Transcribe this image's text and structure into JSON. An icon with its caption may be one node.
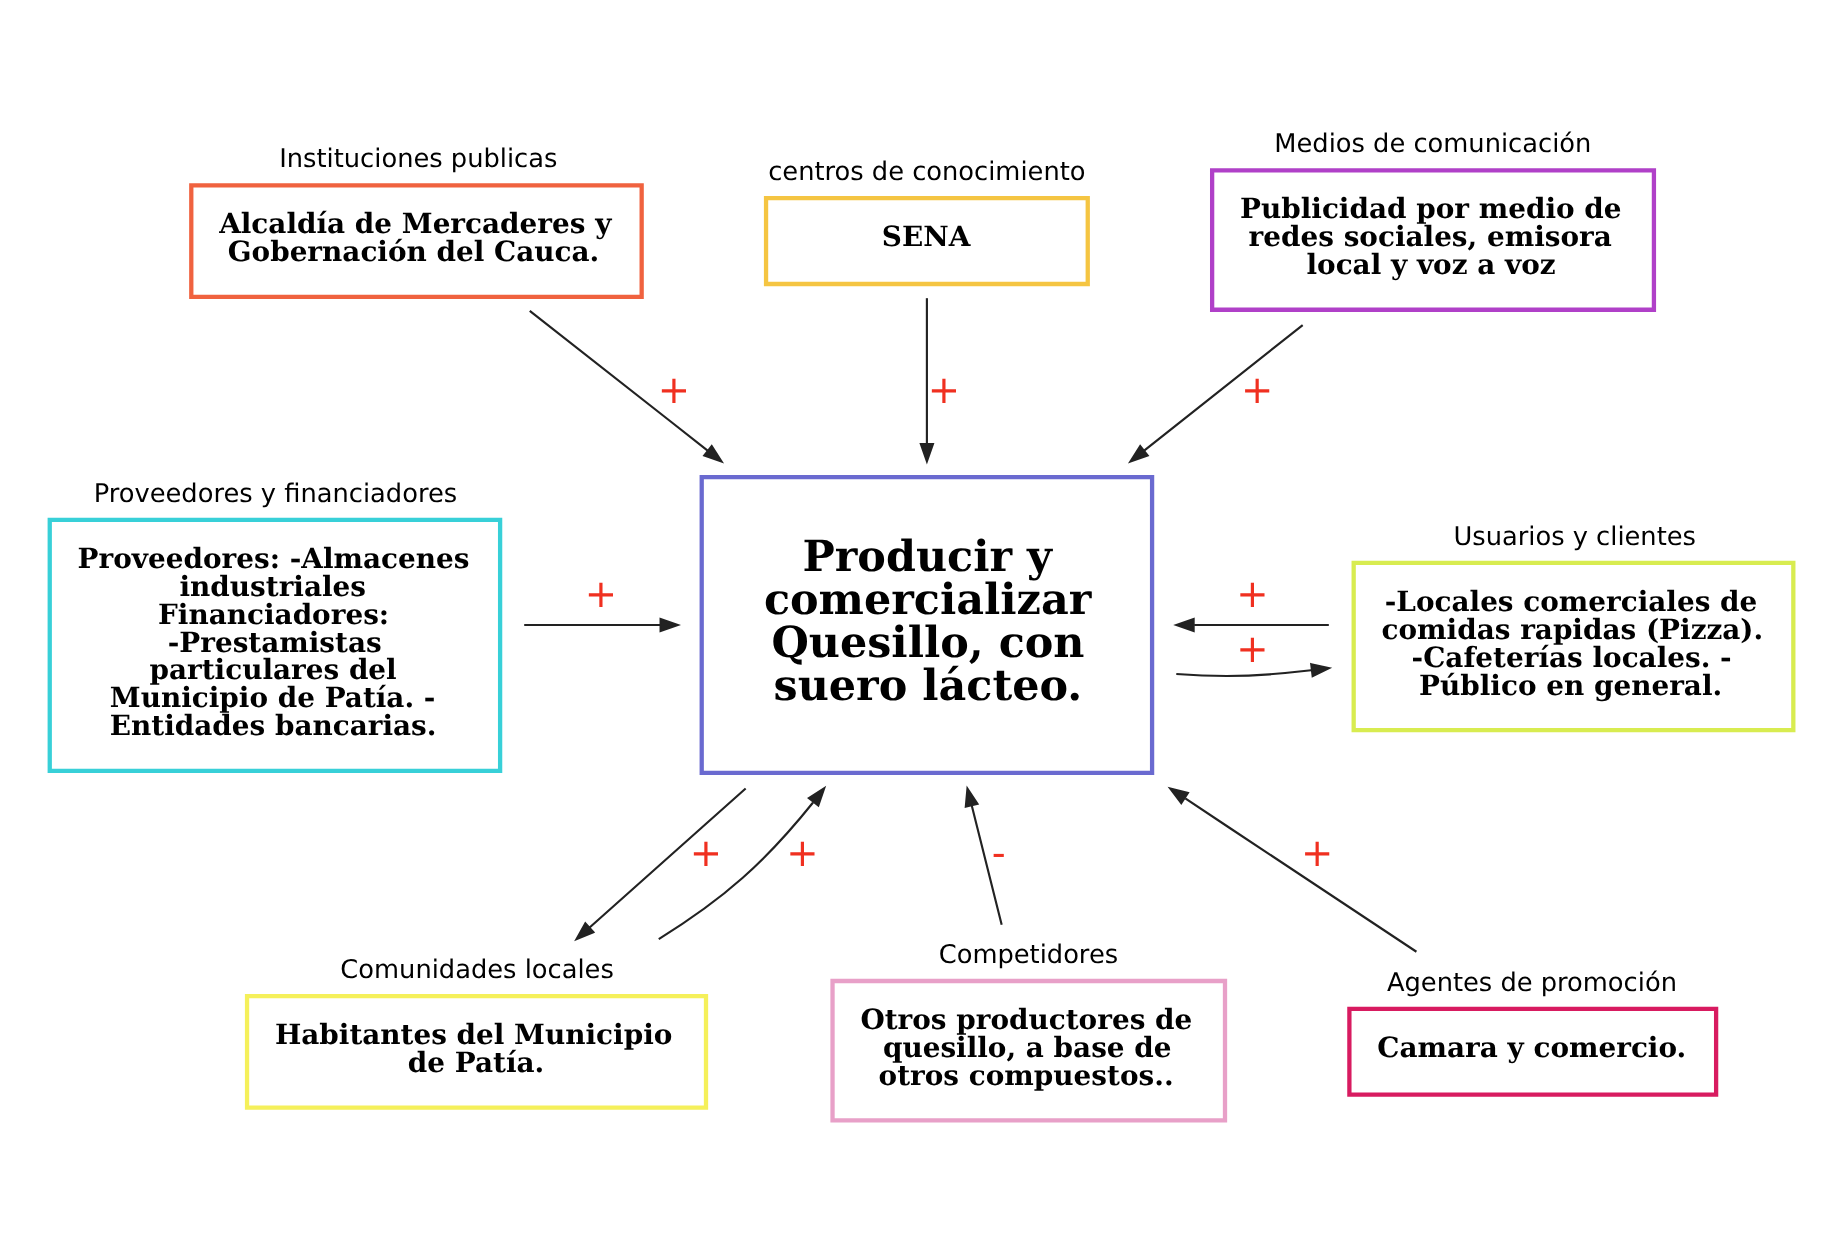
{
  "diagram": {
    "nodes": [
      {
        "text": [
          "Instituciones publicas",
          "Alcaldía de Mercaderes y Gobernación del Cauca."
        ]
      },
      {
        "text": [
          "centros de conocimiento",
          "SENA"
        ]
      },
      {
        "text": [
          "Medios de comunicación",
          "Publicidad por medio de redes sociales, emisora local y voz a voz"
        ]
      },
      {
        "text": [
          "Proveedores y financiadores",
          "Proveedores: -Almacenes industriales Financiadores: -Prestamistas particulares del Municipio de Patía. - Entidades bancarias."
        ]
      },
      {
        "text": [
          "Producir y comercializar Quesillo, con suero lácteo."
        ]
      },
      {
        "text": [
          "Usuarios y clientes",
          "-Locales comerciales de comidas rapidas (Pizza). -Cafeterías locales. - Público en general."
        ]
      },
      {
        "text": [
          "Competidores",
          "Otros productores de quesillo, a base de otros compuestos.."
        ]
      },
      {
        "text": [
          "Agentes de promoción",
          "Camara y comercio."
        ]
      },
      {
        "text": [
          "Comunidades locales",
          "Habitantes del Municipio de Patía."
        ]
      }
    ],
    "edges": [
      {
        "from": 1,
        "to": 4,
        "arrow": "to",
        "label": "+"
      },
      {
        "from": 0,
        "to": 4,
        "arrow": "to",
        "label": "+"
      },
      {
        "from": 2,
        "to": 4,
        "arrow": "to",
        "label": "+"
      },
      {
        "from": 3,
        "to": 4,
        "arrow": "to",
        "label": "+"
      },
      {
        "from": 5,
        "to": 4,
        "arrow": "to",
        "label": "+"
      },
      {
        "from": 4,
        "to": 5,
        "arrow": "to",
        "label": "+"
      },
      {
        "from": 6,
        "to": 4,
        "arrow": "to",
        "label": "-"
      },
      {
        "from": 4,
        "to": 8,
        "arrow": "to",
        "label": "+"
      },
      {
        "from": 8,
        "to": 4,
        "arrow": "to",
        "label": "+"
      },
      {
        "from": 7,
        "to": 4,
        "arrow": "to",
        "label": "+"
      }
    ]
  }
}
